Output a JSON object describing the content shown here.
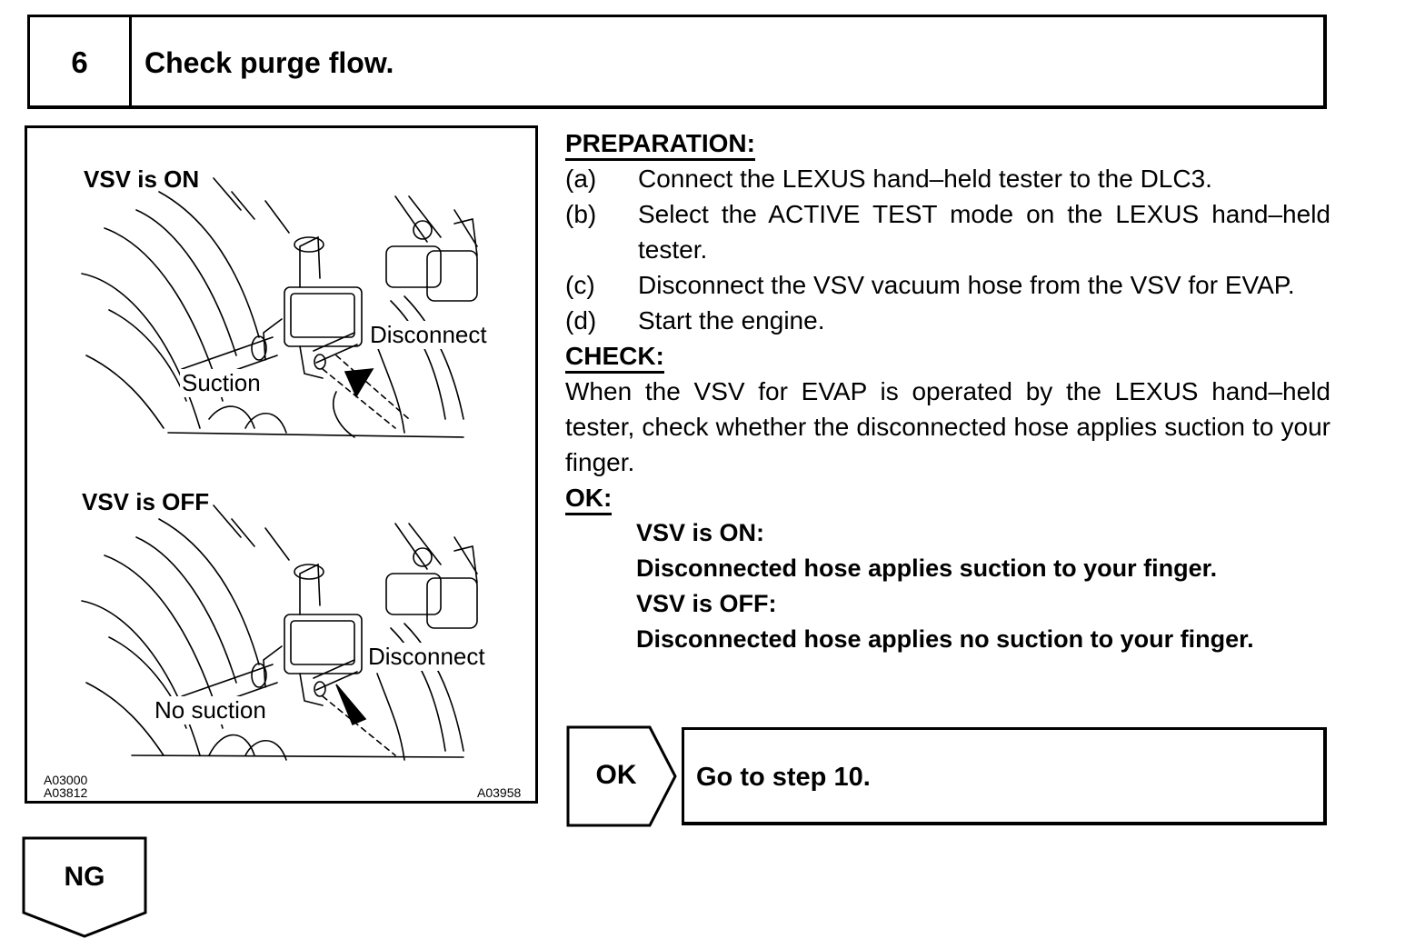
{
  "step": {
    "number": "6",
    "title": "Check purge flow."
  },
  "figure": {
    "top": {
      "heading": "VSV is ON",
      "label_disconnect": "Disconnect",
      "label_suction": "Suction"
    },
    "bottom": {
      "heading": "VSV is OFF",
      "label_disconnect": "Disconnect",
      "label_suction": "No suction"
    },
    "codes_left": [
      "A03000",
      "A03812"
    ],
    "code_right": "A03958"
  },
  "preparation": {
    "heading": "PREPARATION:",
    "items": [
      {
        "label": "(a)",
        "text": "Connect the LEXUS hand–held tester to the DLC3."
      },
      {
        "label": "(b)",
        "text": "Select the ACTIVE TEST mode on the LEXUS hand–held tester."
      },
      {
        "label": "(c)",
        "text": "Disconnect the VSV vacuum hose from the VSV for EVAP."
      },
      {
        "label": "(d)",
        "text": "Start the engine."
      }
    ]
  },
  "check": {
    "heading": "CHECK:",
    "text": "When the VSV for EVAP is operated by the LEXUS hand–held tester, check whether the disconnected hose applies suction to your finger."
  },
  "ok": {
    "heading": "OK:",
    "lines": [
      "VSV is ON:",
      "Disconnected hose applies suction to your finger.",
      "VSV is OFF:",
      "Disconnected hose applies no suction to your finger."
    ]
  },
  "flow": {
    "ok_label": "OK",
    "ok_target": "Go to step 10.",
    "ng_label": "NG"
  }
}
